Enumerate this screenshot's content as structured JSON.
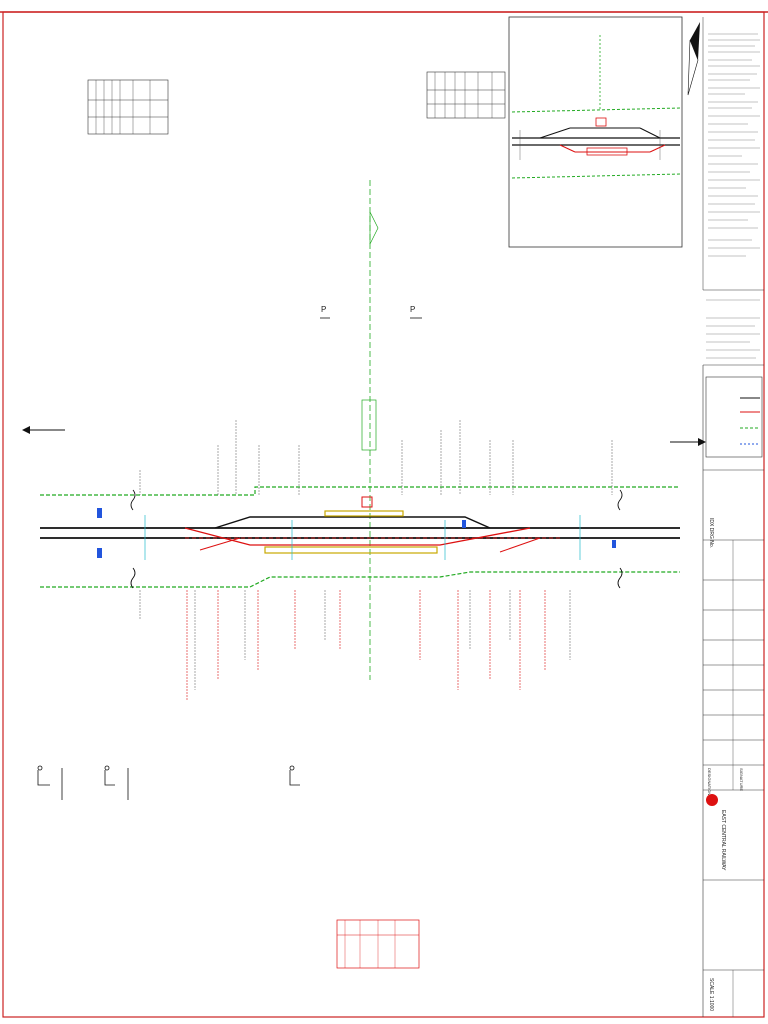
{
  "title_block": {
    "drawing_no_label": "IDX DRG No.",
    "drawing_no": "",
    "railway": "EAST CENTRAL RAILWAY",
    "station": "",
    "scale": "SCALE 1:1000",
    "drawing_ref": "",
    "designation_label": "DESIGNATION",
    "signature_label": "SIGNATURE",
    "rows": [
      {
        "label": "",
        "name": ""
      },
      {
        "label": "",
        "name": ""
      },
      {
        "label": "",
        "name": ""
      },
      {
        "label": "",
        "name": ""
      },
      {
        "label": "",
        "name": ""
      },
      {
        "label": "",
        "name": ""
      },
      {
        "label": "",
        "name": ""
      },
      {
        "label": "",
        "name": ""
      }
    ]
  },
  "notes": {
    "heading": "",
    "items": []
  },
  "key_plan": {
    "title": "",
    "subtitle": ""
  },
  "legend": {
    "heading": "",
    "items": [
      {
        "label": "",
        "color": "#111111"
      },
      {
        "label": "",
        "color": "#dd1111"
      },
      {
        "label": "",
        "color": "#22aa22"
      },
      {
        "label": "",
        "color": "#2255dd"
      }
    ]
  },
  "tables": {
    "left_heading": "",
    "right_heading": "",
    "bottom_heading": ""
  },
  "markers": {
    "p_left": "P",
    "p_right": "P"
  },
  "colors": {
    "existing": "#111111",
    "proposed": "#dd1111",
    "boundary": "#22aa22",
    "signal": "#2255dd",
    "platform": "#c8a800",
    "frame": "#cc2222"
  }
}
